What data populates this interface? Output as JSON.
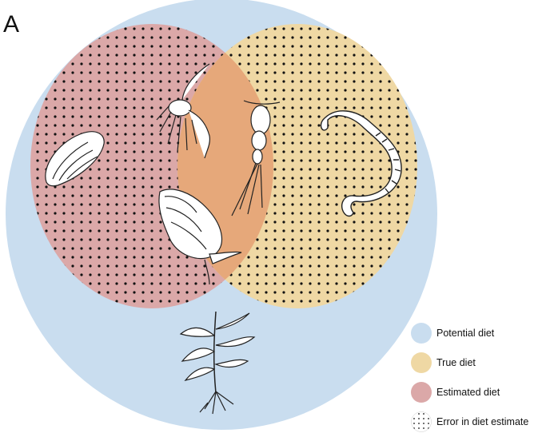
{
  "panel_label": "A",
  "colors": {
    "potential": "#c9ddef",
    "true": "#efd8a4",
    "estimated": "#dba8a8",
    "overlap": "#e6a87a",
    "dots": "#111111"
  },
  "legend": [
    {
      "label": "Potential diet",
      "swatch": "potential"
    },
    {
      "label": "True diet",
      "swatch": "true"
    },
    {
      "label": "Estimated diet",
      "swatch": "estimated"
    },
    {
      "label": "Error in diet estimate",
      "swatch": "dots"
    }
  ],
  "organisms": [
    "mussel",
    "amphipod",
    "copepod",
    "polychaete-worm",
    "snail",
    "aquatic-plant"
  ]
}
